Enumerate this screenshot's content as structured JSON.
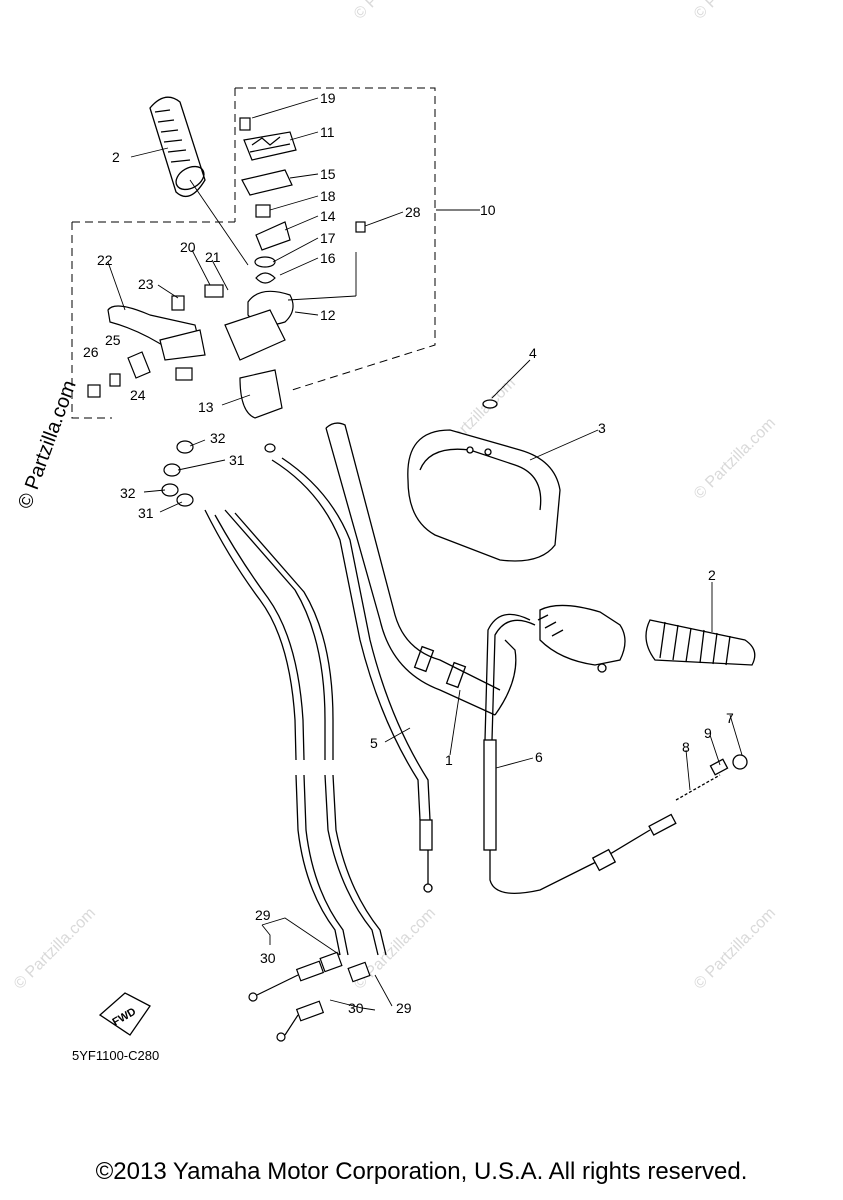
{
  "diagram": {
    "labels": {
      "l1": "1",
      "l2a": "2",
      "l2b": "2",
      "l3": "3",
      "l4": "4",
      "l5": "5",
      "l6": "6",
      "l7": "7",
      "l8": "8",
      "l9": "9",
      "l10": "10",
      "l11": "11",
      "l12": "12",
      "l13": "13",
      "l14": "14",
      "l15": "15",
      "l16": "16",
      "l17": "17",
      "l18": "18",
      "l19": "19",
      "l20": "20",
      "l21": "21",
      "l22": "22",
      "l23": "23",
      "l24": "24",
      "l25": "25",
      "l26": "26",
      "l28": "28",
      "l29a": "29",
      "l29b": "29",
      "l30a": "30",
      "l30b": "30",
      "l31a": "31",
      "l31b": "31",
      "l32a": "32",
      "l32b": "32"
    },
    "fwd_label": "FWD",
    "part_code": "5YF1100-C280",
    "watermark_side": "© Partzilla.com",
    "watermark": "© Partzilla.com"
  },
  "footer": {
    "copyright": "©2013 Yamaha Motor Corporation, U.S.A. All rights reserved."
  }
}
